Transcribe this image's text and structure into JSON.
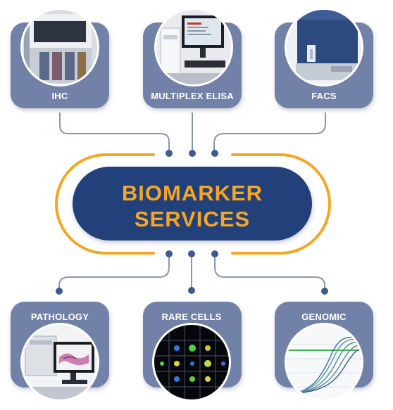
{
  "hub": {
    "line1": "BIOMARKER",
    "line2": "SERVICES"
  },
  "services": {
    "top": [
      {
        "label": "IHC",
        "photo": "ihc-instrument"
      },
      {
        "label": "MULTIPLEX ELISA",
        "photo": "elisa-workstation"
      },
      {
        "label": "FACS",
        "photo": "flow-cytometer"
      }
    ],
    "bottom": [
      {
        "label": "PATHOLOGY",
        "photo": "pathology-scanner"
      },
      {
        "label": "RARE CELLS",
        "photo": "fluorescence-cell-grid"
      },
      {
        "label": "GENOMIC",
        "photo": "amplification-curves"
      }
    ]
  },
  "colors": {
    "card": "#7181a7",
    "hub": "#213f7a",
    "accent": "#f5a623",
    "connector": "#8896b6",
    "dot": "#3d5a91"
  }
}
